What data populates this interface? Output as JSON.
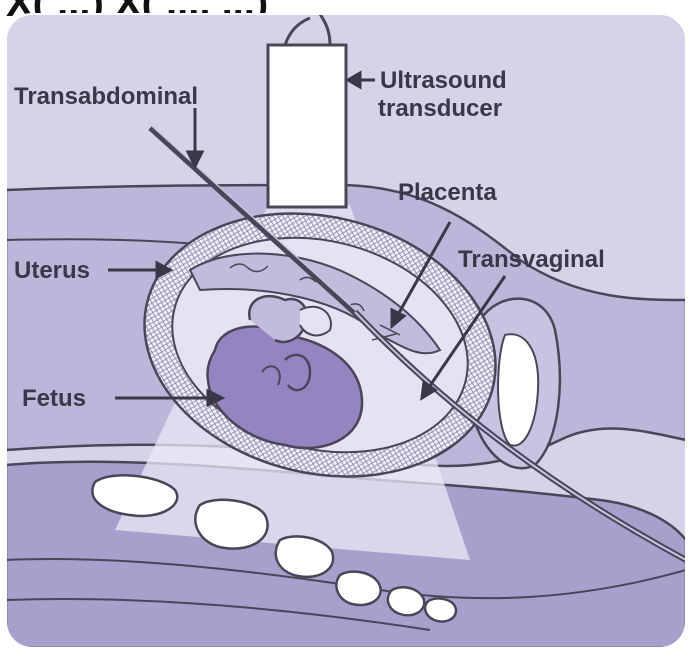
{
  "header_fragment": "X( ...)   X( ..., ...)",
  "labels": {
    "ultrasound_1": "Ultrasound",
    "ultrasound_2": "transducer",
    "transabdominal": "Transabdominal",
    "placenta": "Placenta",
    "transvaginal": "Transvaginal",
    "uterus": "Uterus",
    "fetus": "Fetus"
  },
  "colors": {
    "background": "#d6d2e8",
    "tissue": "#bdb6da",
    "dark_tissue": "#9a91c2",
    "fetus": "#9384c2",
    "outline": "#4a4658",
    "transducer": "#ffffff",
    "beam": "#ebe8f5"
  }
}
